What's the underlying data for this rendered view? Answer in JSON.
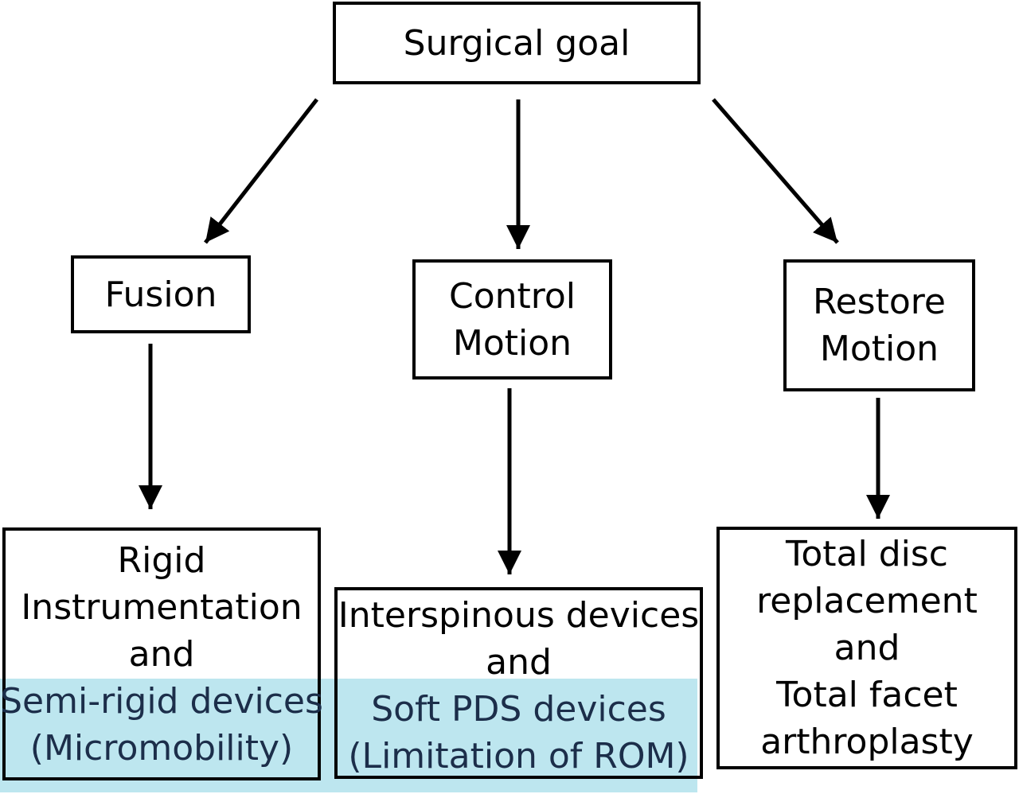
{
  "colors": {
    "stroke": "#000000",
    "highlight": "#bde6ef",
    "highlight_text": "#1c2e4a"
  },
  "root": {
    "label": "Surgical goal"
  },
  "branches": [
    {
      "id": "fusion",
      "label": [
        "Fusion"
      ],
      "devices": {
        "lines": [
          "Rigid",
          "Instrumentation",
          "and"
        ],
        "highlight_lines": [
          "Semi-rigid devices",
          "(Micromobility)"
        ]
      }
    },
    {
      "id": "control-motion",
      "label": [
        "Control",
        "Motion"
      ],
      "devices": {
        "lines": [
          "Interspinous devices",
          "and"
        ],
        "highlight_lines": [
          "Soft PDS devices",
          "(Limitation of ROM)"
        ]
      }
    },
    {
      "id": "restore-motion",
      "label": [
        "Restore",
        "Motion"
      ],
      "devices": {
        "lines": [
          "Total disc",
          "replacement",
          "and",
          "Total facet",
          "arthroplasty"
        ],
        "highlight_lines": []
      }
    }
  ]
}
